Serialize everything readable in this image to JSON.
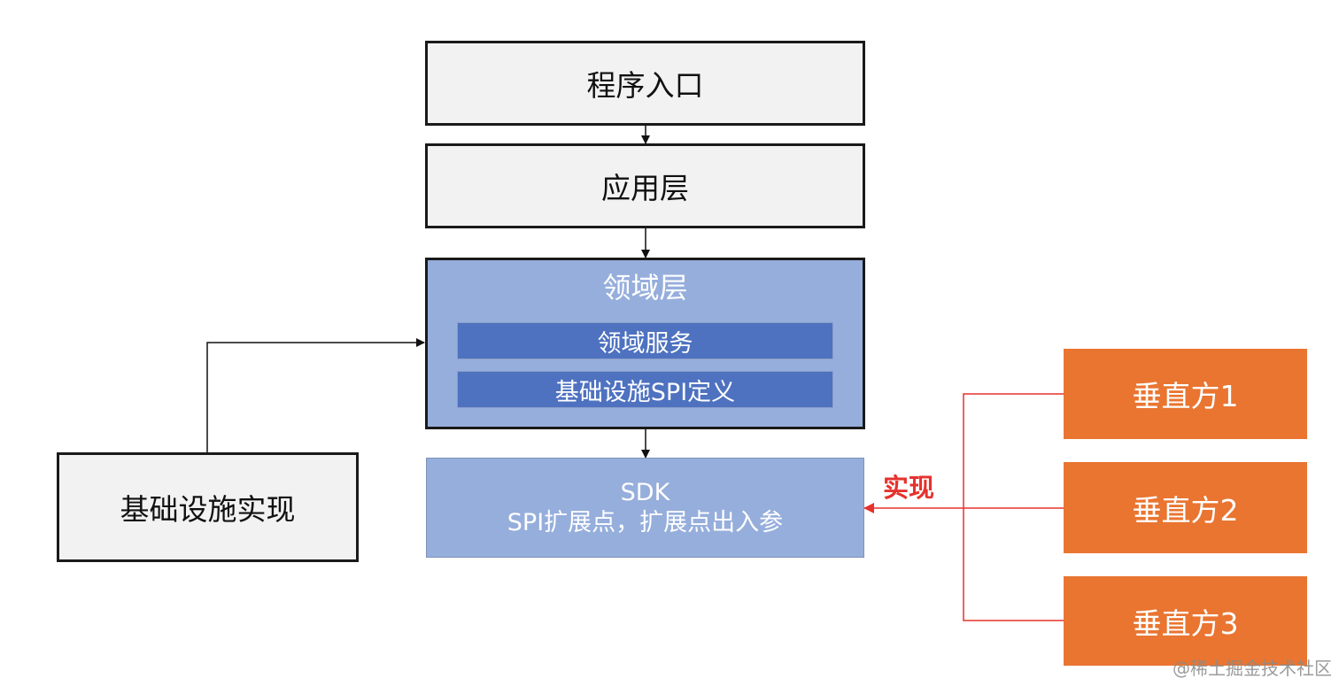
{
  "nodes": {
    "entry": "程序入口",
    "app_layer": "应用层",
    "domain_layer": {
      "title": "领域层",
      "service": "领域服务",
      "spi_definition": "基础设施SPI定义"
    },
    "sdk": {
      "line1": "SDK",
      "line2": "SPI扩展点，扩展点出入参"
    },
    "infra_impl": "基础设施实现",
    "verticals": [
      "垂直方1",
      "垂直方2",
      "垂直方3"
    ]
  },
  "edge_label": "实现",
  "watermark": "@稀土掘金技术社区",
  "colors": {
    "domain_fill": "#96aedc",
    "inner_bar_fill": "#4e72c0",
    "vertical_fill": "#e97531",
    "impl_line": "#e5322d",
    "box_fill": "#f2f2f2"
  }
}
